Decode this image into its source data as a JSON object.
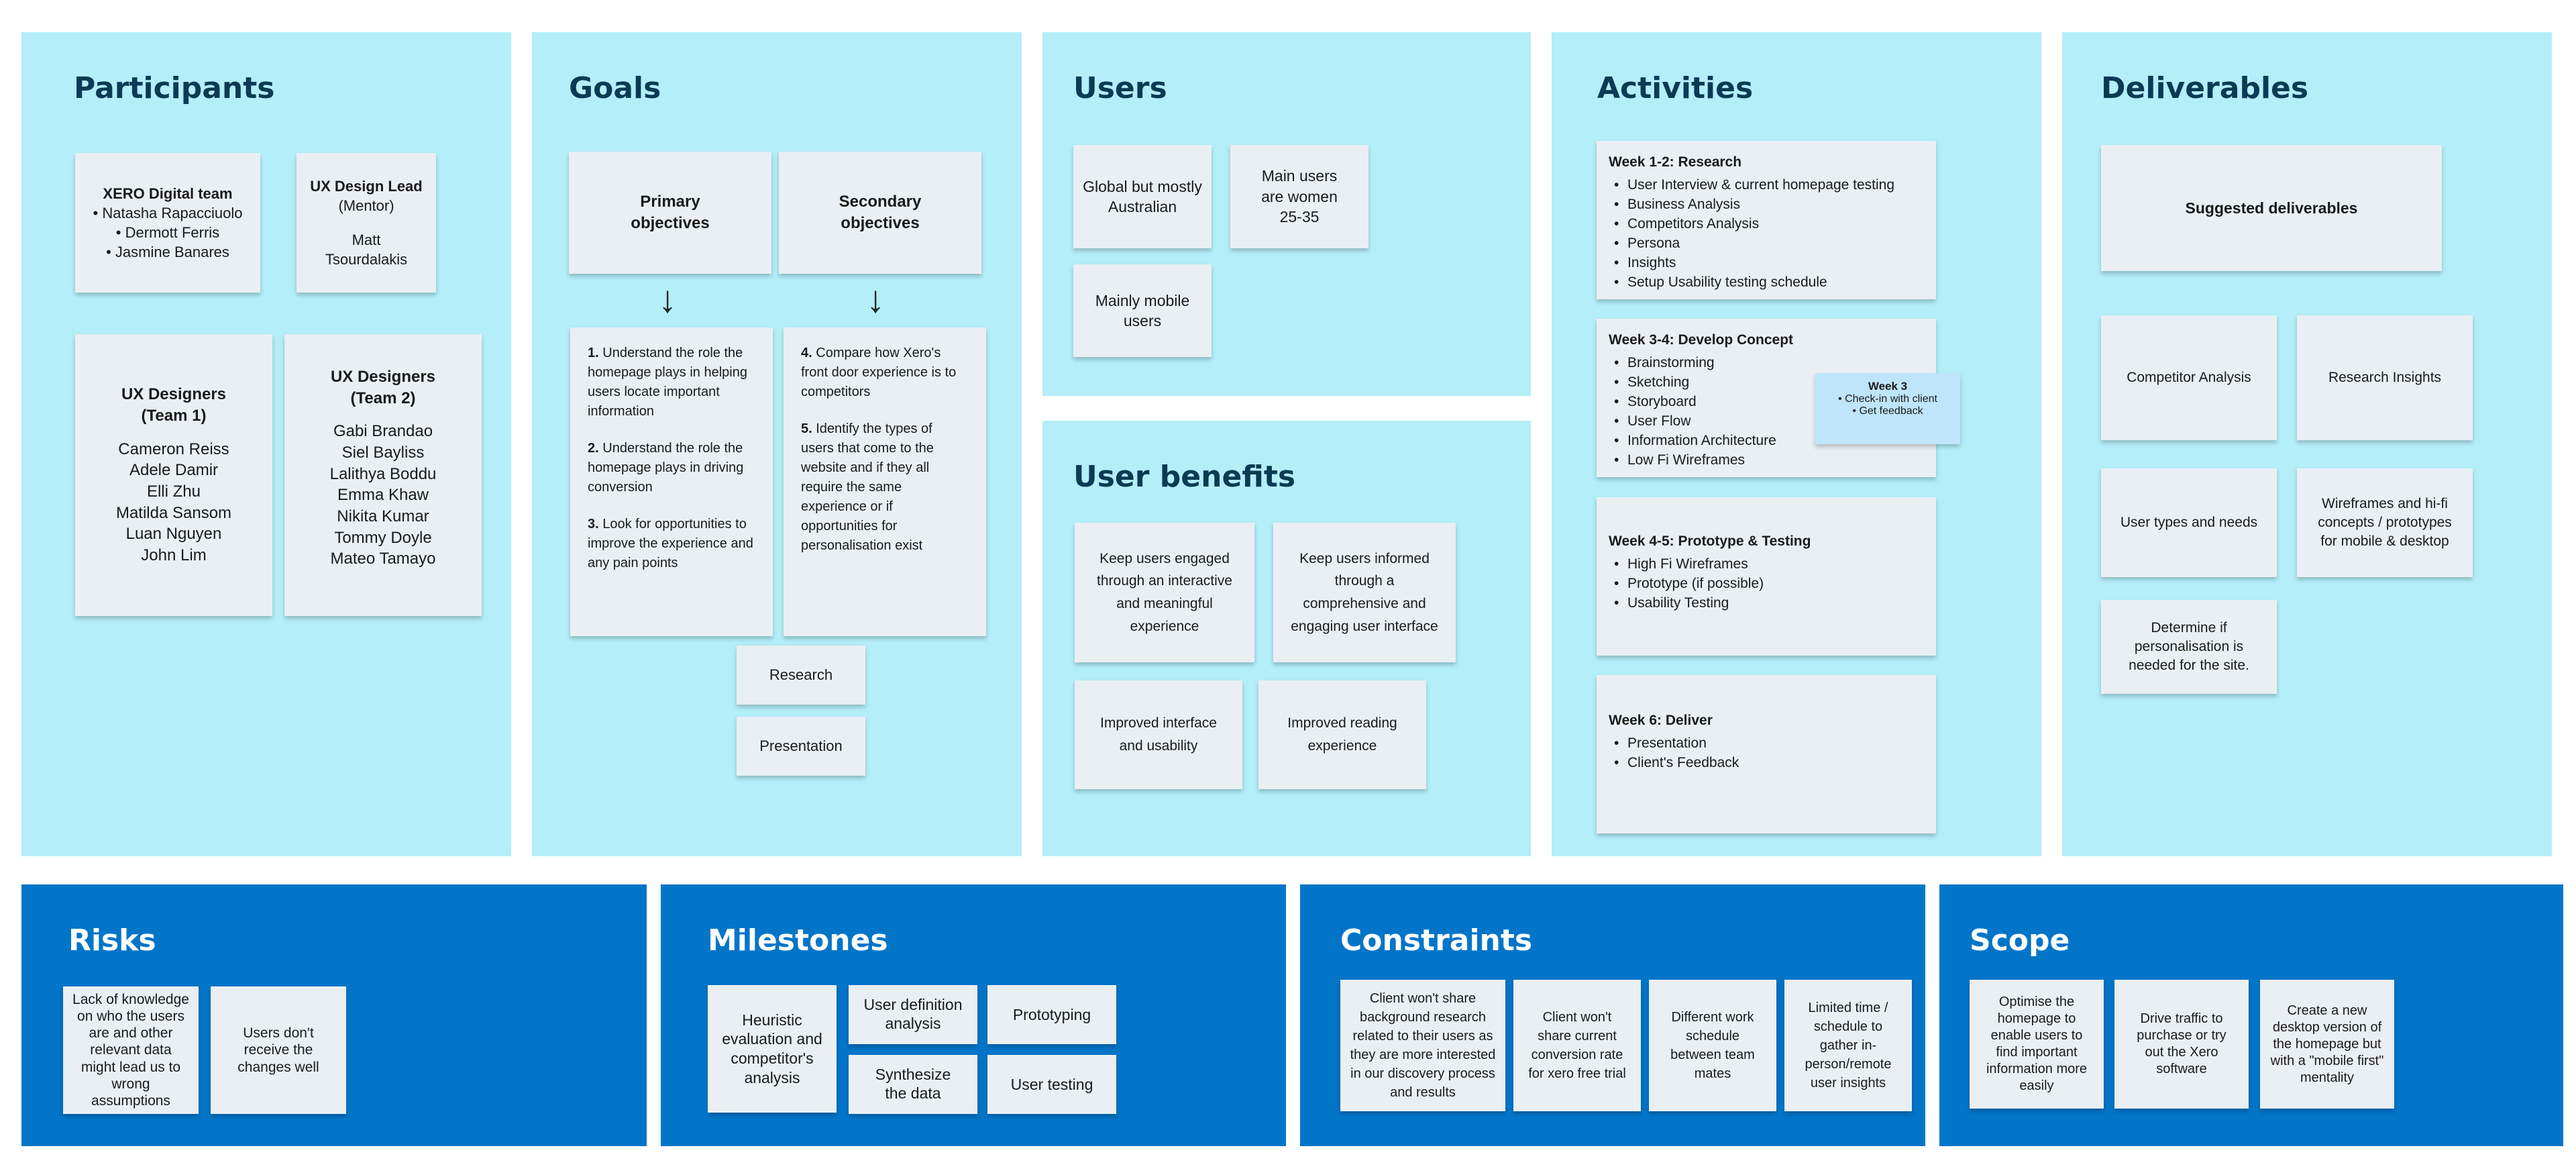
{
  "participants": {
    "title": "Participants",
    "xero_team": {
      "title": "XERO Digital team",
      "members": [
        "Natasha Rapacciuolo",
        "Dermott Ferris",
        "Jasmine Banares"
      ]
    },
    "ux_lead": {
      "title": "UX Design Lead",
      "subtitle": "(Mentor)",
      "name": "Matt Tsourdalakis"
    },
    "team1": {
      "title": "UX Designers (Team 1)",
      "members": [
        "Cameron Reiss",
        "Adele Damir",
        "Elli Zhu",
        "Matilda Sansom",
        "Luan Nguyen",
        "John Lim"
      ]
    },
    "team2": {
      "title": "UX Designers (Team 2)",
      "members": [
        "Gabi Brandao",
        "Siel Bayliss",
        "Lalithya Boddu",
        "Emma Khaw",
        "Nikita Kumar",
        "Tommy Doyle",
        "Mateo Tamayo"
      ]
    }
  },
  "goals": {
    "title": "Goals",
    "primary_label": "Primary objectives",
    "secondary_label": "Secondary objectives",
    "arrow_glyph": "↓",
    "primary": [
      {
        "num": "1.",
        "text": "Understand the role the homepage plays in helping users locate important information"
      },
      {
        "num": "2.",
        "text": "Understand the role the homepage plays in driving conversion"
      },
      {
        "num": "3.",
        "text": "Look for opportunities to improve the experience and any pain points"
      }
    ],
    "secondary": [
      {
        "num": "4.",
        "text": "Compare how Xero's front door experience is to competitors"
      },
      {
        "num": "5.",
        "text": "Identify the types of users that come to the website and if they all require the same experience or if opportunities for personalisation exist"
      }
    ],
    "research": "Research",
    "presentation": "Presentation"
  },
  "users": {
    "title": "Users",
    "notes": [
      "Global but mostly Australian",
      "Main users are women 25-35",
      "Mainly mobile users"
    ]
  },
  "user_benefits": {
    "title": "User benefits",
    "notes": [
      "Keep users engaged through an interactive and meaningful experience",
      "Keep users informed through a comprehensive and engaging user interface",
      "Improved interface and usability",
      "Improved reading experience"
    ]
  },
  "activities": {
    "title": "Activities",
    "weeks": [
      {
        "title": "Week 1-2: Research",
        "items": [
          "User Interview & current homepage testing",
          "Business Analysis",
          "Competitors Analysis",
          "Persona",
          "Insights",
          "Setup Usability testing schedule"
        ]
      },
      {
        "title": "Week 3-4: Develop Concept",
        "items": [
          "Brainstorming",
          "Sketching",
          "Storyboard",
          "User Flow",
          "Information Architecture",
          "Low Fi Wireframes"
        ]
      },
      {
        "title": "Week 4-5: Prototype & Testing",
        "items": [
          "High Fi Wireframes",
          "Prototype (if possible)",
          "Usability Testing"
        ]
      },
      {
        "title": "Week 6: Deliver",
        "items": [
          "Presentation",
          "Client's Feedback"
        ]
      }
    ],
    "week3_note": {
      "title": "Week 3",
      "items": [
        "Check-in with client",
        "Get feedback"
      ]
    }
  },
  "deliverables": {
    "title": "Deliverables",
    "header": "Suggested deliverables",
    "notes": [
      "Competitor Analysis",
      "Research Insights",
      "User types and needs",
      "Wireframes and hi-fi concepts / prototypes for mobile & desktop",
      "Determine if personalisation is needed for the site."
    ]
  },
  "risks": {
    "title": "Risks",
    "notes": [
      "Lack of knowledge on who the users are and other relevant data might lead us to wrong assumptions",
      "Users don't receive the changes well"
    ]
  },
  "milestones": {
    "title": "Milestones",
    "notes": [
      "Heuristic evaluation and competitor's analysis",
      "User definition analysis",
      "Prototyping",
      "Synthesize the data",
      "User testing"
    ]
  },
  "constraints": {
    "title": "Constraints",
    "notes": [
      "Client won't share background research related to their users as they are more interested in our discovery process and results",
      "Client won't share current conversion rate for xero free trial",
      "Different work schedule between team mates",
      "Limited time / schedule to gather in-person/remote user insights"
    ]
  },
  "scope": {
    "title": "Scope",
    "notes": [
      "Optimise the homepage to enable users to find important information more easily",
      "Drive traffic to purchase or try out the Xero software",
      "Create a new desktop version of the homepage but with a \"mobile first\" mentality"
    ]
  },
  "colors": {
    "light_panel": "#b3eef9",
    "dark_panel": "#0275c9",
    "note": "#e9eff3",
    "title_dark": "#0b3a54"
  }
}
